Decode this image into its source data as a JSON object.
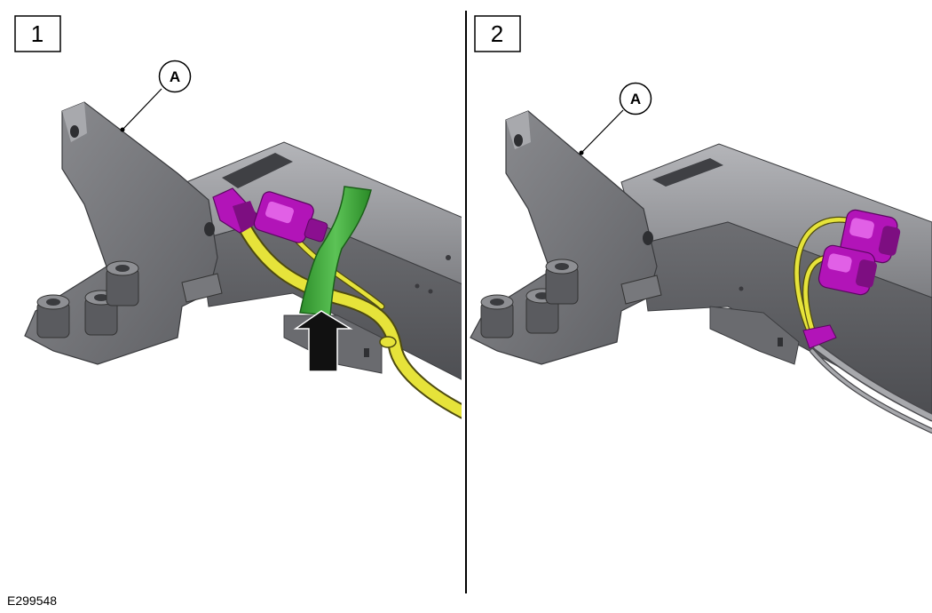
{
  "panels": [
    {
      "number": "1",
      "callout": "A"
    },
    {
      "number": "2",
      "callout": "A"
    }
  ],
  "reference_code": "E299548",
  "colors": {
    "bracket": "#7c7c80",
    "bracket_dark": "#55565a",
    "bracket_light": "#a9aaae",
    "harness": "#e6e33a",
    "connector": "#b214b8",
    "tape": "#3fae3a",
    "arrow": "#111111",
    "cable_gray": "#8a8a8e"
  }
}
